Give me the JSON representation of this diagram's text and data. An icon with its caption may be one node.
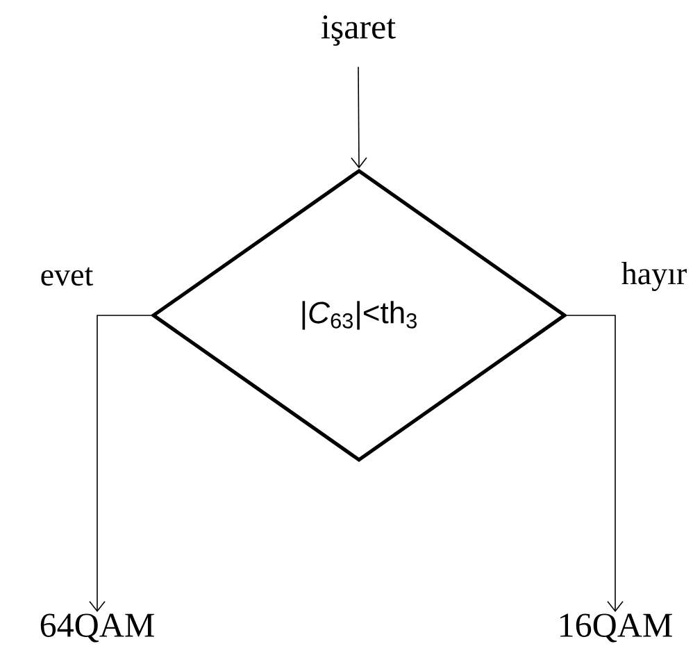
{
  "diagram": {
    "nodes": [
      {
        "text": [
          "işaret"
        ]
      },
      {
        "text": [
          "|*C*$_{63}$|<th$_{3}$"
        ]
      },
      {
        "text": [
          "64QAM"
        ]
      },
      {
        "text": [
          "16QAM"
        ]
      }
    ],
    "edges": [
      {
        "from": 0,
        "to": 1,
        "arrow": "to"
      },
      {
        "from": 1,
        "to": 2,
        "arrow": "to",
        "label": "evet"
      },
      {
        "from": 1,
        "to": 3,
        "arrow": "to",
        "label": "hayır"
      }
    ]
  }
}
